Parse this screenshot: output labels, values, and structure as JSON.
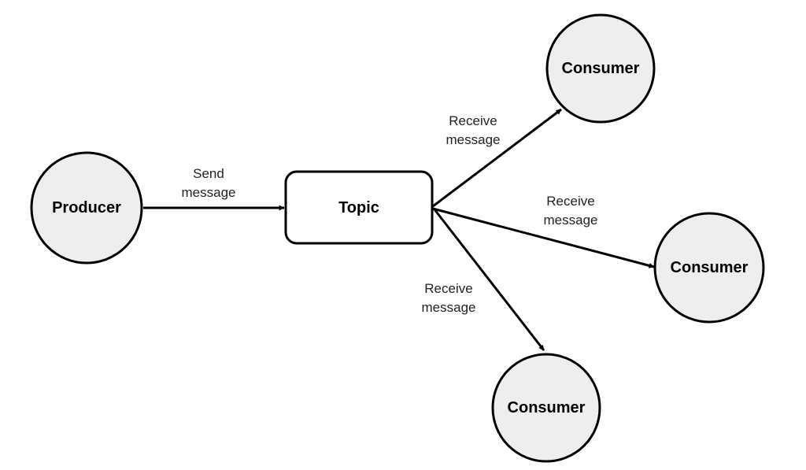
{
  "nodes": {
    "producer": {
      "label": "Producer",
      "shape": "circle"
    },
    "topic": {
      "label": "Topic",
      "shape": "rounded-rect"
    },
    "consumer_top": {
      "label": "Consumer",
      "shape": "circle"
    },
    "consumer_right": {
      "label": "Consumer",
      "shape": "circle"
    },
    "consumer_bottom": {
      "label": "Consumer",
      "shape": "circle"
    }
  },
  "edges": {
    "send": {
      "from": "Producer",
      "to": "Topic",
      "label_line1": "Send",
      "label_line2": "message"
    },
    "to_top": {
      "from": "Topic",
      "to": "Consumer",
      "label_line1": "Receive",
      "label_line2": "message"
    },
    "to_right": {
      "from": "Topic",
      "to": "Consumer",
      "label_line1": "Receive",
      "label_line2": "message"
    },
    "to_bottom": {
      "from": "Topic",
      "to": "Consumer",
      "label_line1": "Receive",
      "label_line2": "message"
    }
  },
  "colors": {
    "node_fill": "#eeeeee",
    "stroke": "#000000",
    "background": "#ffffff"
  }
}
